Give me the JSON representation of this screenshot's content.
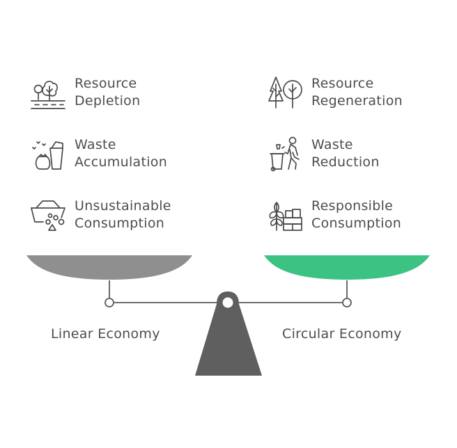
{
  "left": {
    "items": [
      {
        "icon": "trees-road-icon",
        "line1": "Resource",
        "line2": "Depletion"
      },
      {
        "icon": "trash-bin-bag-icon",
        "line1": "Waste",
        "line2": "Accumulation"
      },
      {
        "icon": "shopping-basket-icon",
        "line1": "Unsustainable",
        "line2": "Consumption"
      }
    ],
    "economy_label": "Linear Economy",
    "pan_color": "#8f8f8f"
  },
  "right": {
    "items": [
      {
        "icon": "growing-trees-icon",
        "line1": "Resource",
        "line2": "Regeneration"
      },
      {
        "icon": "person-recycling-icon",
        "line1": "Waste",
        "line2": "Reduction"
      },
      {
        "icon": "plant-and-boxes-icon",
        "line1": "Responsible",
        "line2": "Consumption"
      }
    ],
    "economy_label": "Circular Economy",
    "pan_color": "#3cc384"
  },
  "colors": {
    "text": "#4d4d4d",
    "fulcrum": "#5f5f5f",
    "beam": "#5a5a5a"
  }
}
